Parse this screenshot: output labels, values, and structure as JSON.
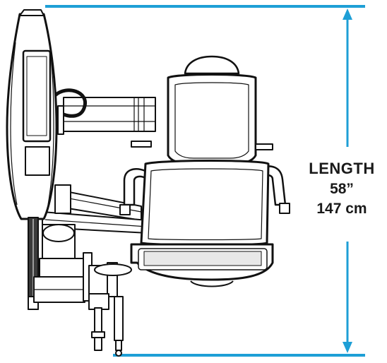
{
  "dimension": {
    "name": "LENGTH",
    "imperial": "58”",
    "metric": "147 cm"
  },
  "colors": {
    "dimension_line": "#1e9fd6",
    "outline": "#111111",
    "fill_light": "#ffffff",
    "fill_shade": "#e8e8e8",
    "fill_dark": "#3a3a3a"
  }
}
